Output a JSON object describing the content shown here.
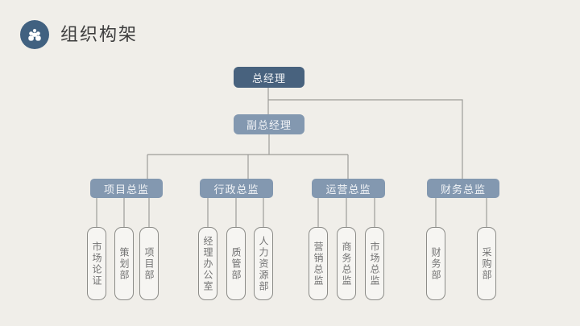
{
  "slide": {
    "title": "组织构架",
    "icon": "people-group-icon",
    "background_color": "#f0eee9",
    "accent_dark": "#48627e",
    "accent_light": "#8398b0",
    "line_color": "#9d9d99"
  },
  "org": {
    "level1": {
      "label": "总经理"
    },
    "level2": {
      "label": "副总经理"
    },
    "directors": [
      {
        "label": "项目总监",
        "departments": [
          "市场论证",
          "策划部",
          "项目部"
        ]
      },
      {
        "label": "行政总监",
        "departments": [
          "经理办公室",
          "质管部",
          "人力资源部"
        ]
      },
      {
        "label": "运营总监",
        "departments": [
          "营销总监",
          "商务总监",
          "市场总监"
        ]
      },
      {
        "label": "财务总监",
        "departments": [
          "财务部",
          "采购部"
        ]
      }
    ]
  }
}
